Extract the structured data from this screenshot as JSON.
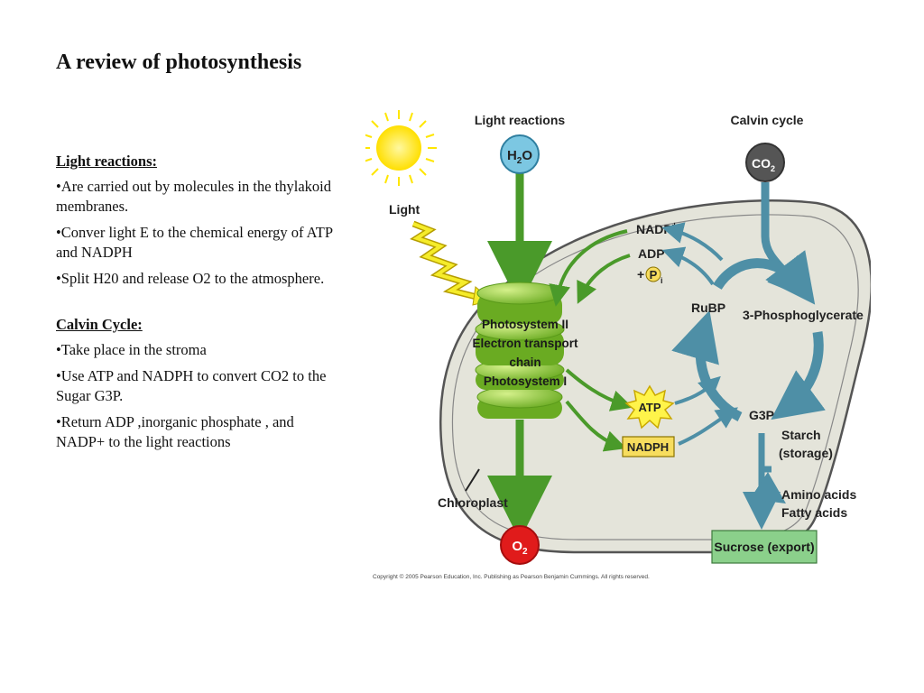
{
  "slide": {
    "title": "A review of photosynthesis"
  },
  "light_section": {
    "heading": "Light reactions:",
    "bullets": [
      "•Are carried out by molecules in the thylakoid membranes.",
      "•Conver light E to the chemical energy of ATP and NADPH",
      "•Split H20 and release O2 to the atmosphere."
    ]
  },
  "calvin_section": {
    "heading": "Calvin Cycle:",
    "bullets": [
      "•Take place in the stroma",
      "•Use ATP  and NADPH to convert CO2 to the Sugar G3P.",
      "•Return ADP ,inorganic phosphate , and NADP+ to the light reactions"
    ]
  },
  "diagram": {
    "light_reactions_title": "Light reactions",
    "calvin_cycle_title": "Calvin cycle",
    "light_label": "Light",
    "water_base": "H",
    "water_sub": "2",
    "water_end": "O",
    "co2_base": "CO",
    "co2_sub": "2",
    "o2_base": "O",
    "o2_sub": "2",
    "nadp_plus_base": "NADP",
    "nadp_plus_sup": "+",
    "adp": "ADP",
    "plus_sign": "+",
    "pi_letter": "P",
    "pi_sub": "i",
    "photosystem_lines": [
      "Photosystem II",
      "Electron transport",
      "chain",
      "Photosystem I"
    ],
    "atp": "ATP",
    "nadph": "NADPH",
    "rubp": "RuBP",
    "pga": "3-Phosphoglycerate",
    "g3p": "G3P",
    "starch_lines": [
      "Starch",
      "(storage)"
    ],
    "amino_acids": "Amino acids",
    "fatty_acids": "Fatty acids",
    "sucrose": "Sucrose (export)",
    "chloroplast": "Chloroplast",
    "copyright": "Copyright © 2005 Pearson Education, Inc. Publishing as Pearson Benjamin Cummings. All rights reserved.",
    "colors": {
      "stroma": "#e4e4da",
      "green_arrow": "#4a9a2a",
      "teal_arrow": "#4e8fa6",
      "water": "#7cc7e2",
      "co2": "#555555",
      "o2": "#e01b1b",
      "sun": "#ffe600",
      "lightning": "#f5ec2a",
      "nadph_box": "#f7dd5e",
      "sucrose_box": "#8bd08b",
      "thylakoid": "#8bc73a"
    }
  }
}
